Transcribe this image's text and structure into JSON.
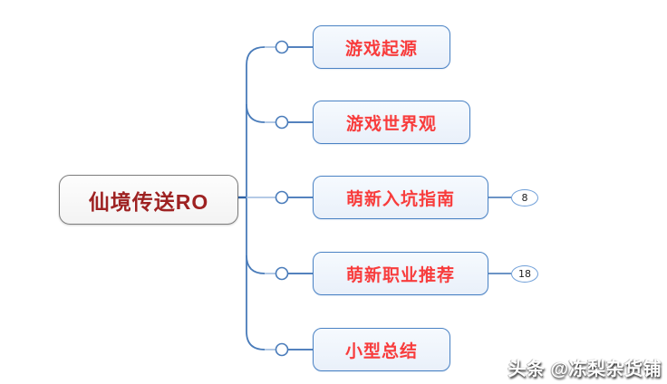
{
  "root": {
    "label": "仙境传送RO"
  },
  "topics": [
    {
      "label": "游戏起源"
    },
    {
      "label": "游戏世界观"
    },
    {
      "label": "萌新入坑指南",
      "badge": "8"
    },
    {
      "label": "萌新职业推荐",
      "badge": "18"
    },
    {
      "label": "小型总结"
    }
  ],
  "watermark": {
    "label": "头条 @冻梨杂货铺"
  },
  "colors": {
    "branch_line": "#4a7cba",
    "branch_line_light": "#a9c3e2",
    "root_link": "#2f62a5",
    "topic_border": "#4a82c4",
    "topic_fill": "#edf3fb",
    "topic_text": "#f83c3c",
    "root_border": "#7d7d7d",
    "root_text": "#9e2222",
    "badge_border": "#6f9fd8"
  }
}
